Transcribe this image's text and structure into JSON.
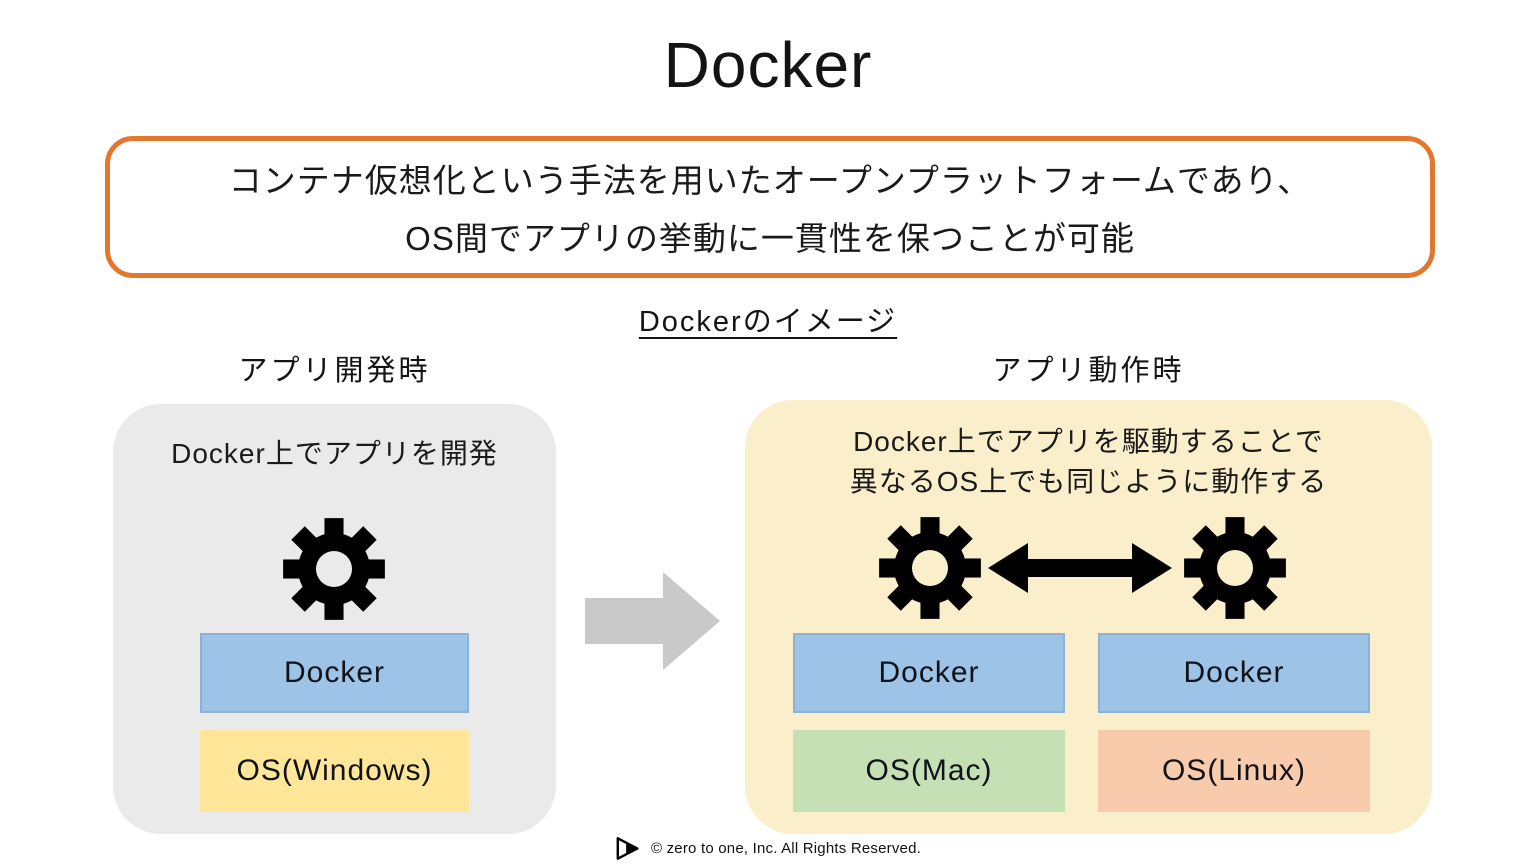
{
  "title": "Docker",
  "summary_box": {
    "line1": "コンテナ仮想化という手法を用いたオープンプラットフォームであり、",
    "line2": "OS間でアプリの挙動に一貫性を保つことが可能"
  },
  "section_heading": "Dockerのイメージ",
  "left_panel": {
    "label": "アプリ開発時",
    "caption": "Docker上でアプリを開発",
    "docker_label": "Docker",
    "os_label": "OS(Windows)"
  },
  "right_panel": {
    "label": "アプリ動作時",
    "caption_line1": "Docker上でアプリを駆動することで",
    "caption_line2": "異なるOS上でも同じように動作する",
    "stack1": {
      "docker_label": "Docker",
      "os_label": "OS(Mac)"
    },
    "stack2": {
      "docker_label": "Docker",
      "os_label": "OS(Linux)"
    }
  },
  "footer": {
    "copyright": "© zero to one, Inc. All Rights Reserved."
  },
  "colors": {
    "accent_orange": "#E2772D",
    "panel_gray": "#EAEAEA",
    "panel_cream": "#FBEECB",
    "docker_blue": "#9DC3E6",
    "docker_blue_border": "#8CB2D9",
    "os_yellow": "#FFE699",
    "os_green": "#C5E0B4",
    "os_salmon": "#F8CBAD",
    "arrow_gray": "#C9C9C9",
    "gear_black": "#000000"
  }
}
